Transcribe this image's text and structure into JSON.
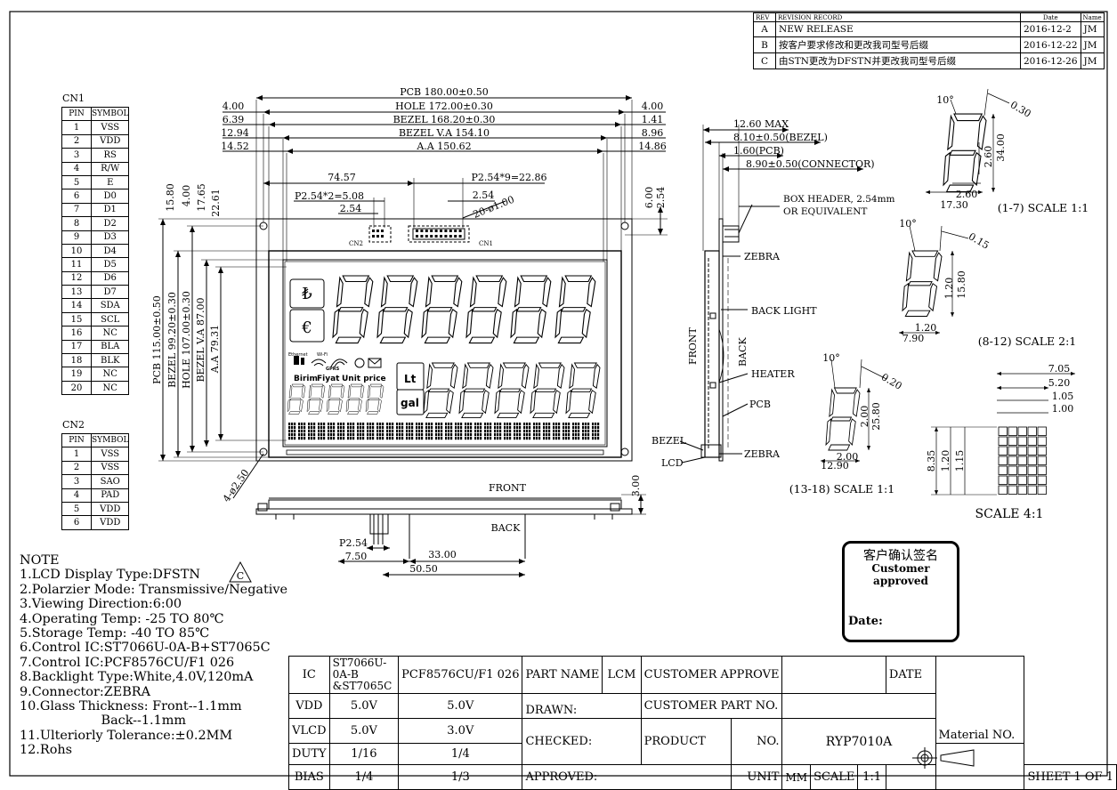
{
  "revision": {
    "header": [
      "REV",
      "REVISION RECORD",
      "Date",
      "Name"
    ],
    "rows": [
      {
        "rev": "A",
        "desc": "NEW RELEASE",
        "date": "2016-12-2",
        "name": "JM"
      },
      {
        "rev": "B",
        "desc": "按客户要求修改和更改我司型号后缀",
        "date": "2016-12-22",
        "name": "JM"
      },
      {
        "rev": "C",
        "desc": "由STN更改为DFSTN并更改我司型号后缀",
        "date": "2016-12-26",
        "name": "JM"
      }
    ]
  },
  "cn1": {
    "label": "CN1",
    "head": [
      "PIN",
      "SYMBOL"
    ],
    "rows": [
      [
        "1",
        "VSS"
      ],
      [
        "2",
        "VDD"
      ],
      [
        "3",
        "RS"
      ],
      [
        "4",
        "R/W"
      ],
      [
        "5",
        "E"
      ],
      [
        "6",
        "D0"
      ],
      [
        "7",
        "D1"
      ],
      [
        "8",
        "D2"
      ],
      [
        "9",
        "D3"
      ],
      [
        "10",
        "D4"
      ],
      [
        "11",
        "D5"
      ],
      [
        "12",
        "D6"
      ],
      [
        "13",
        "D7"
      ],
      [
        "14",
        "SDA"
      ],
      [
        "15",
        "SCL"
      ],
      [
        "16",
        "NC"
      ],
      [
        "17",
        "BLA"
      ],
      [
        "18",
        "BLK"
      ],
      [
        "19",
        "NC"
      ],
      [
        "20",
        "NC"
      ]
    ]
  },
  "cn2": {
    "label": "CN2",
    "head": [
      "PIN",
      "SYMBOL"
    ],
    "rows": [
      [
        "1",
        "VSS"
      ],
      [
        "2",
        "VSS"
      ],
      [
        "3",
        "SAO"
      ],
      [
        "4",
        "PAD"
      ],
      [
        "5",
        "VDD"
      ],
      [
        "6",
        "VDD"
      ]
    ]
  },
  "front_dims": {
    "pcb": "PCB 180.00±0.50",
    "hole": "HOLE 172.00±0.30",
    "bezel": "BEZEL 168.20±0.30",
    "bezel_va": "BEZEL V.A 154.10",
    "aa": "A.A 150.62",
    "l1": "4.00",
    "l2": "6.39",
    "l3": "12.94",
    "l4": "14.52",
    "r1": "4.00",
    "r2": "1.41",
    "r3": "8.96",
    "r4": "14.86",
    "pitch_a": "74.57",
    "pitch_b": "P2.54*9=22.86",
    "pitch_c": "P2.54*2=5.08",
    "pitch_d": "2.54",
    "pitch_e": "2.54",
    "holes20": "20-ø1.00",
    "cn2_tag": "CN2",
    "cn1_tag": "CN1",
    "v1": "15.80",
    "v2": "4.00",
    "v3": "17.65",
    "v4": "22.61",
    "v5": "6.00",
    "v6": "2.54",
    "pcb_h": "PCB 115.00±0.50",
    "bezel_h": "BEZEL 99.20±0.30",
    "hole_h": "HOLE 107.00±0.30",
    "bezel_va_h": "BEZEL V.A 87.00",
    "aa_h": "A.A 79.31",
    "holes4": "4-ø2.50"
  },
  "lcd": {
    "currency_top": "₺",
    "currency_bottom": "€",
    "icons": [
      "Ethernet",
      "Wi-Fi",
      "GPRS"
    ],
    "labels": [
      "Birim",
      "Fiyat",
      "Unit price"
    ],
    "unit_top": "Lt",
    "unit_bottom": "gal"
  },
  "bottom_view": {
    "front": "FRONT",
    "back": "BACK",
    "d1": "3.00",
    "d2": "P2.54",
    "d3": "7.50",
    "d4": "33.00",
    "d5": "50.50"
  },
  "side_view": {
    "d1": "12.60 MAX",
    "d2": "8.10±0.50(BEZEL)",
    "d3": "1.60(PCB)",
    "d4": "8.90±0.50(CONNECTOR)",
    "box_header": "BOX HEADER, 2.54mm",
    "or_equiv": "OR EQUIVALENT",
    "zebra": "ZEBRA",
    "backlight": "BACK LIGHT",
    "heater": "HEATER",
    "pcb": "PCB",
    "zebra2": "ZEBRA",
    "bezel": "BEZEL",
    "lcd": "LCD",
    "front": "FRONT",
    "back": "BACK"
  },
  "details": [
    {
      "angle": "10°",
      "line": "0.30",
      "w1": "2.60",
      "w2": "17.30",
      "h1": "2.60",
      "h2": "34.00",
      "caption": "(1-7)  SCALE 1:1"
    },
    {
      "angle": "10°",
      "line": "0.15",
      "w1": "1.20",
      "w2": "7.90",
      "h1": "1.20",
      "h2": "15.80",
      "caption": "(8-12)  SCALE 2:1"
    },
    {
      "angle": "10°",
      "line": "0.20",
      "w1": "2.00",
      "w2": "12.90",
      "h1": "2.00",
      "h2": "25.80",
      "caption": "(13-18)  SCALE 1:1"
    }
  ],
  "dot_detail": {
    "d1": "7.05",
    "d2": "5.20",
    "d3": "1.05",
    "d4": "1.00",
    "h1": "8.35",
    "h2": "1.20",
    "h3": "1.15",
    "caption": "SCALE 4:1"
  },
  "stamp": {
    "zh": "客户确认签名",
    "en": "Customer approved",
    "date": "Date:"
  },
  "notes": {
    "title": "NOTE",
    "lines": [
      "1.LCD Display Type:DFSTN",
      "2.Polarzier Mode: Transmissive/Negative",
      "3.Viewing Direction:6:00",
      "4.Operating Temp: -25 TO 80℃",
      "5.Storage Temp: -40 TO 85℃",
      "6.Control IC:ST7066U-0A-B+ST7065C",
      "7.Control IC:PCF8576CU/F1 026",
      "8.Backlight Type:White,4.0V,120mA",
      "9.Connector:ZEBRA",
      "10.Glass Thickness: Front--1.1mm",
      "                    Back--1.1mm",
      "11.Ulteriorly Tolerance:±0.2MM",
      "12.Rohs"
    ],
    "rev_mark": "C"
  },
  "ic_table": {
    "rows": [
      [
        "IC",
        "ST7066U-0A-B &ST7065C",
        "PCF8576CU/F1 026"
      ],
      [
        "VDD",
        "5.0V",
        "5.0V"
      ],
      [
        "VLCD",
        "5.0V",
        "3.0V"
      ],
      [
        "DUTY",
        "1/16",
        "1/4"
      ],
      [
        "BIAS",
        "1/4",
        "1/3"
      ]
    ]
  },
  "title_block": {
    "part_name": "PART NAME",
    "part_value": "LCM",
    "customer_approve": "CUSTOMER APPROVE",
    "date": "DATE",
    "drawn": "DRAWN:",
    "customer_part": "CUSTOMER PART NO.",
    "checked": "CHECKED:",
    "product": "PRODUCT",
    "no": "NO.",
    "product_value": "RYP7010A",
    "material": "Material NO.",
    "approved": "APPROVED:",
    "unit": "UNIT",
    "unit_value": "MM",
    "scale": "SCALE",
    "scale_value": "1:1",
    "sheet": "SHEET 1 OF 1"
  }
}
